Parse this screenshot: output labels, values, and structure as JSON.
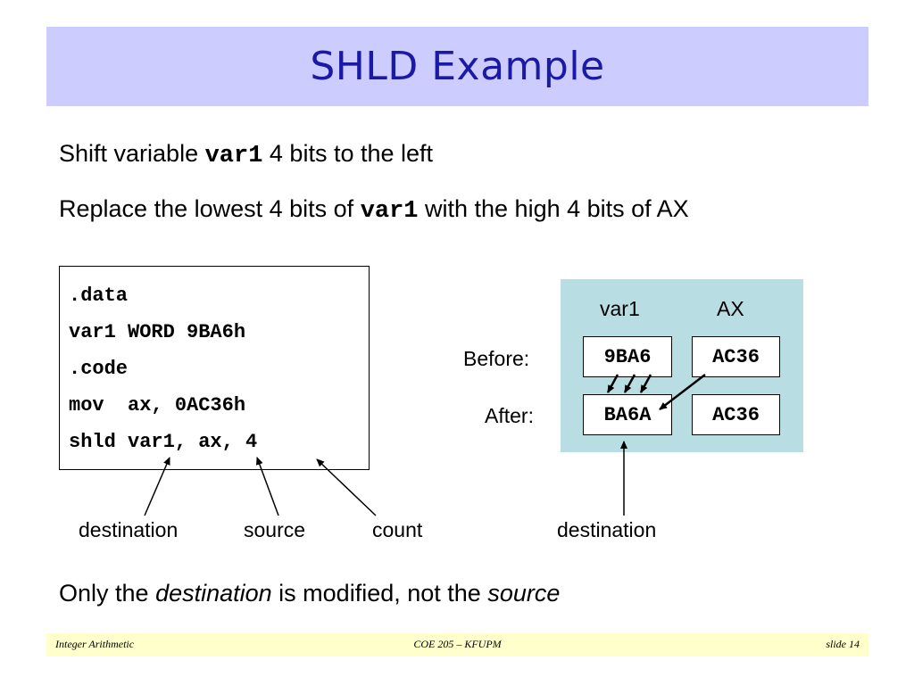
{
  "title": "SHLD Example",
  "bullets": {
    "line1": {
      "prefix": "Shift variable ",
      "code": "var1",
      "suffix": " 4 bits to the left"
    },
    "line2": {
      "prefix": "Replace the lowest 4 bits of ",
      "code": "var1",
      "suffix": " with the high 4 bits of AX"
    }
  },
  "code": [
    ".data",
    "var1 WORD 9BA6h",
    ".code",
    "mov  ax, 0AC36h",
    "shld var1, ax, 4"
  ],
  "code_labels": {
    "destination": "destination",
    "source": "source",
    "count": "count"
  },
  "diagram": {
    "col_var1": "var1",
    "col_ax": "AX",
    "before_label": "Before:",
    "after_label": "After:",
    "before_var1": "9BA6",
    "before_ax": "AC36",
    "after_var1": "BA6A",
    "after_ax": "AC36",
    "destination_label": "destination",
    "bg_color": "#b8dde2"
  },
  "note": {
    "prefix": "Only the ",
    "em1": "destination",
    "middle": " is modified, not the ",
    "em2": "source"
  },
  "footer": {
    "left": "Integer Arithmetic",
    "center": "COE 205 – KFUPM",
    "right": "slide 14"
  }
}
